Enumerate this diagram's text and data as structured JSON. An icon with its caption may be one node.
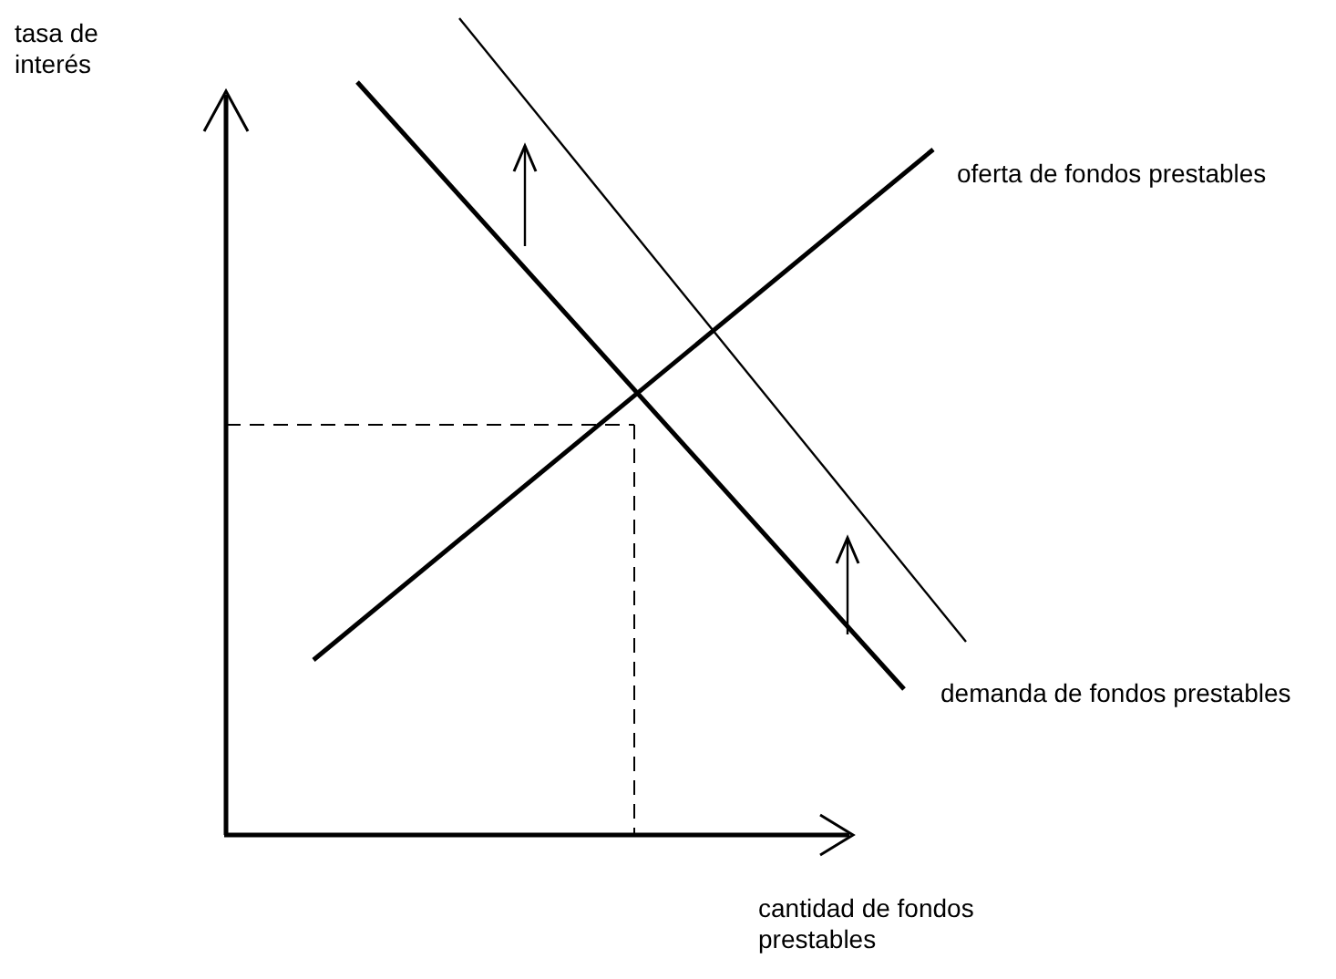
{
  "diagram": {
    "labels": [
      "tasa de interés",
      "oferta de fondos prestables",
      "demanda de fondos prestables",
      "cantidad de fondos prestables"
    ]
  }
}
